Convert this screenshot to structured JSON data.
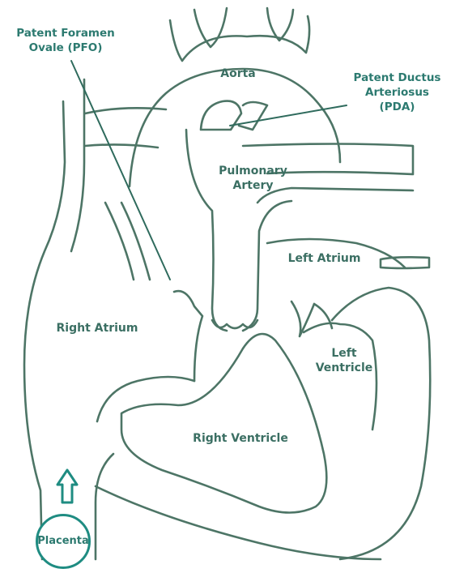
{
  "labels": {
    "pfo": "Patent Foramen\nOvale (PFO)",
    "aorta": "Aorta",
    "pda": "Patent Ductus\nArteriosus (PDA)",
    "pulmonary_artery": "Pulmonary\nArtery",
    "left_atrium": "Left Atrium",
    "right_atrium": "Right Atrium",
    "left_ventricle": "Left\nVentricle",
    "right_ventricle": "Right Ventricle",
    "placenta": "Placenta"
  },
  "colors": {
    "label_text": "#3b6f63",
    "callout_text": "#2c7a70",
    "outline": "#4d7566",
    "pointer": "#2f6b5d",
    "placenta_ring": "#1f8c82"
  }
}
